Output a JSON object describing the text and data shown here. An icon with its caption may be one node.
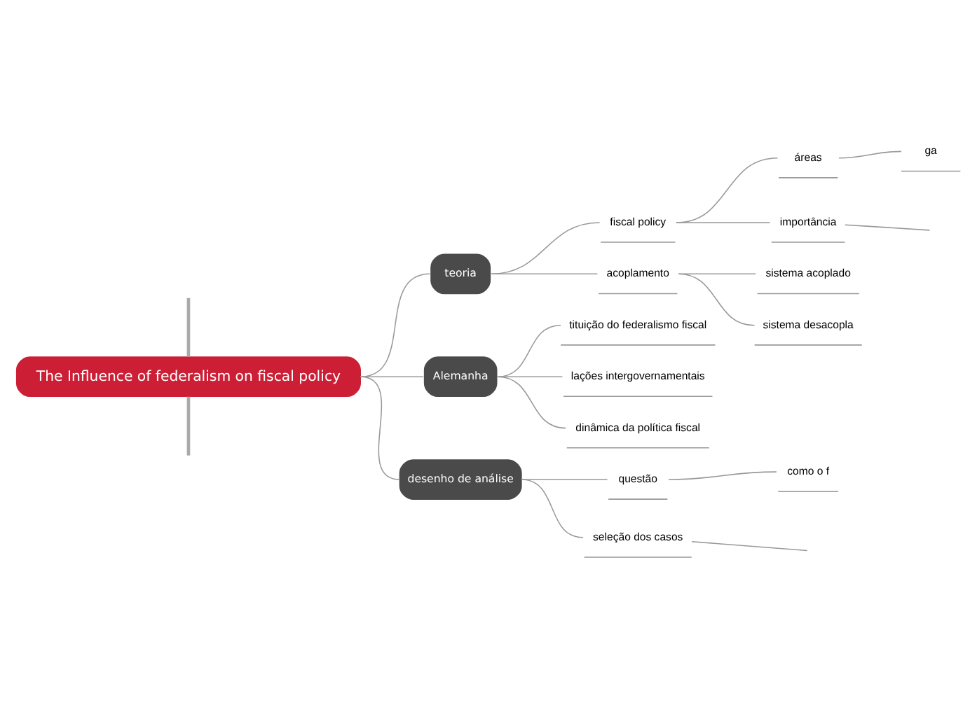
{
  "diagram": {
    "nodes": [
      {
        "text": [
          "The Influence of federalism on fiscal policy"
        ]
      },
      {
        "text": [
          "teoria"
        ]
      },
      {
        "text": [
          "fiscal policy"
        ]
      },
      {
        "text": [
          "áreas"
        ]
      },
      {
        "text": [
          "ga"
        ]
      },
      {
        "text": [
          "importância"
        ]
      },
      {
        "text": [
          "acoplamento"
        ]
      },
      {
        "text": [
          "sistema acoplado"
        ]
      },
      {
        "text": [
          "sistema desacopla"
        ]
      },
      {
        "text": [
          "Alemanha"
        ]
      },
      {
        "text": [
          "tituição do federalismo fiscal"
        ]
      },
      {
        "text": [
          "lações intergovernamentais"
        ]
      },
      {
        "text": [
          "dinâmica da política fiscal"
        ]
      },
      {
        "text": [
          "desenho de análise"
        ]
      },
      {
        "text": [
          "questão"
        ]
      },
      {
        "text": [
          "como o f"
        ]
      },
      {
        "text": [
          "seleção dos casos"
        ]
      }
    ],
    "edges": [
      {
        "from": 0,
        "to": null,
        "arrow": "none",
        "style": "thick"
      },
      {
        "from": 0,
        "to": 1,
        "arrow": "none"
      },
      {
        "from": 1,
        "to": 2,
        "arrow": "none"
      },
      {
        "from": 2,
        "to": 3,
        "arrow": "none"
      },
      {
        "from": 3,
        "to": 4,
        "arrow": "none"
      },
      {
        "from": 2,
        "to": 5,
        "arrow": "none"
      },
      {
        "from": 5,
        "to": null,
        "arrow": "none"
      },
      {
        "from": 1,
        "to": 6,
        "arrow": "none"
      },
      {
        "from": 6,
        "to": 7,
        "arrow": "none"
      },
      {
        "from": 6,
        "to": 8,
        "arrow": "none"
      },
      {
        "from": 0,
        "to": 9,
        "arrow": "none"
      },
      {
        "from": 9,
        "to": 10,
        "arrow": "none"
      },
      {
        "from": 9,
        "to": 11,
        "arrow": "none"
      },
      {
        "from": 9,
        "to": 12,
        "arrow": "none"
      },
      {
        "from": 0,
        "to": 13,
        "arrow": "none"
      },
      {
        "from": 13,
        "to": 14,
        "arrow": "none"
      },
      {
        "from": 14,
        "to": 15,
        "arrow": "none"
      },
      {
        "from": 13,
        "to": 16,
        "arrow": "none"
      },
      {
        "from": 16,
        "to": null,
        "arrow": "none"
      },
      {
        "from": 0,
        "to": null,
        "arrow": "none",
        "style": "thick"
      }
    ]
  }
}
